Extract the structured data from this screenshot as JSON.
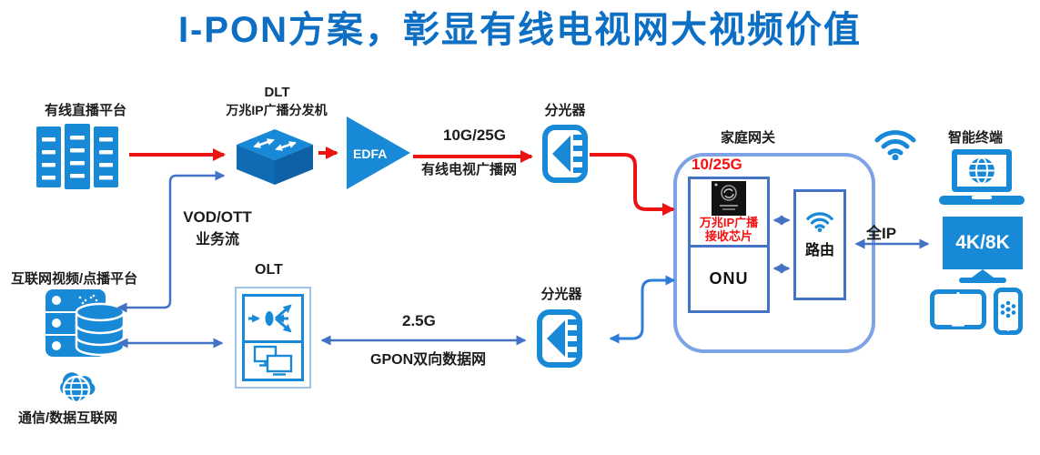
{
  "title": "I-PON方案，彰显有线电视网大视频价值",
  "colors": {
    "title_blue": "#0d6fc4",
    "icon_blue": "#1789d6",
    "arrow_red": "#ec1313",
    "arrow_blue": "#4472c4",
    "curve_blue": "#2e7cd9",
    "gateway_border": "#7da3e6",
    "highlight_red": "#f50f0f"
  },
  "nodes": {
    "cable_platform": {
      "label": "有线直播平台"
    },
    "dlt": {
      "name": "DLT",
      "label": "万兆IP广播分发机"
    },
    "edfa": {
      "label": "EDFA"
    },
    "splitter_top": {
      "label": "分光器"
    },
    "splitter_bottom": {
      "label": "分光器"
    },
    "olt": {
      "label": "OLT"
    },
    "internet_platform": {
      "label": "互联网视频/点播平台"
    },
    "internet": {
      "label": "通信/数据互联网"
    },
    "home_gateway": {
      "label": "家庭网关",
      "speed": "10/25G",
      "chip_line1": "万兆IP广播",
      "chip_line2": "接收芯片",
      "onu": "ONU",
      "router": "路由"
    },
    "smart_terminal": {
      "label": "智能终端",
      "tv": "4K/8K"
    }
  },
  "links": {
    "broadcast": {
      "speed": "10G/25G",
      "name": "有线电视广播网"
    },
    "vod": {
      "line1": "VOD/OTT",
      "line2": "业务流"
    },
    "gpon": {
      "speed": "2.5G",
      "name": "GPON双向数据网"
    },
    "all_ip": {
      "label": "全IP"
    }
  }
}
